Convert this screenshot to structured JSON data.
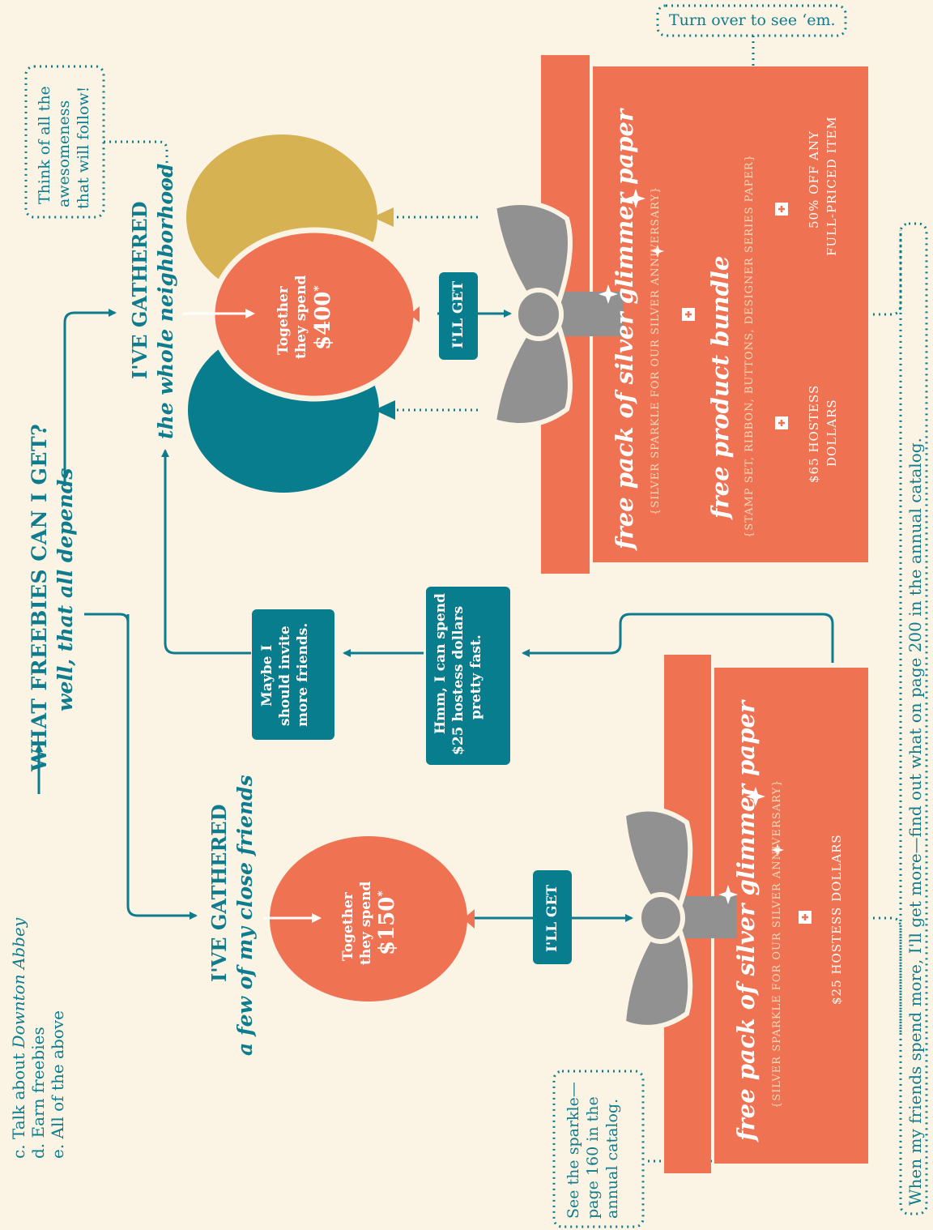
{
  "intro": {
    "item_c_prefix": "c. Talk about ",
    "item_c_italic": "Downton Abbey",
    "item_d": "d. Earn freebies",
    "item_e": "e. All of the above"
  },
  "main": {
    "question": "WHAT FREEBIES CAN I GET?",
    "answer": "well, that all depends"
  },
  "close_friends": {
    "heading": "I'VE GATHERED",
    "subheading": "a few of my close friends",
    "balloon_line1": "Together",
    "balloon_line2": "they spend",
    "amount": "$150",
    "asterisk": "*",
    "ill_get": "I'LL GET",
    "gift_title": "free pack of silver glimmer paper",
    "gift_sub": "{SILVER SPARKLE FOR OUR SILVER ANNIVERSARY}",
    "extra": "$25 HOSTESS DOLLARS"
  },
  "neighborhood": {
    "heading": "I'VE GATHERED",
    "subheading": "the whole neighborhood",
    "balloon_line1": "Together",
    "balloon_line2": "they spend",
    "amount": "$400",
    "asterisk": "*",
    "ill_get": "I'LL GET",
    "gift_title_1": "free pack of silver glimmer paper",
    "gift_sub_1": "{SILVER SPARKLE FOR OUR SILVER ANNIVERSARY}",
    "gift_title_2": "free product bundle",
    "gift_sub_2": "{STAMP SET, RIBBON, BUTTONS, DESIGNER SERIES PAPER}",
    "extra_a_line1": "$65 HOSTESS",
    "extra_a_line2": "DOLLARS",
    "extra_b_line1": "50% OFF ANY",
    "extra_b_line2": "FULL-PRICED ITEM"
  },
  "thoughts": {
    "invite": [
      "Maybe I",
      "should invite",
      "more friends."
    ],
    "hostess": [
      "Hmm, I can spend",
      "$25 hostess dollars",
      "pretty fast."
    ]
  },
  "callouts": {
    "awesomeness": [
      "Think of all the",
      "awesomeness",
      "that will follow!"
    ],
    "turn_over": "Turn over to see ‘em.",
    "sparkle": [
      "See the sparkle—",
      "page 160 in the",
      "annual catalog."
    ],
    "bottom": "When my friends spend more, I'll get more—find out what on page 200 in the annual catalog."
  },
  "colors": {
    "background": "#FBF3E3",
    "teal": "#0E7C8D",
    "coral": "#EF7252",
    "gold": "#D6B253",
    "gray": "#919191",
    "peach_text": "#F6D9B9"
  }
}
